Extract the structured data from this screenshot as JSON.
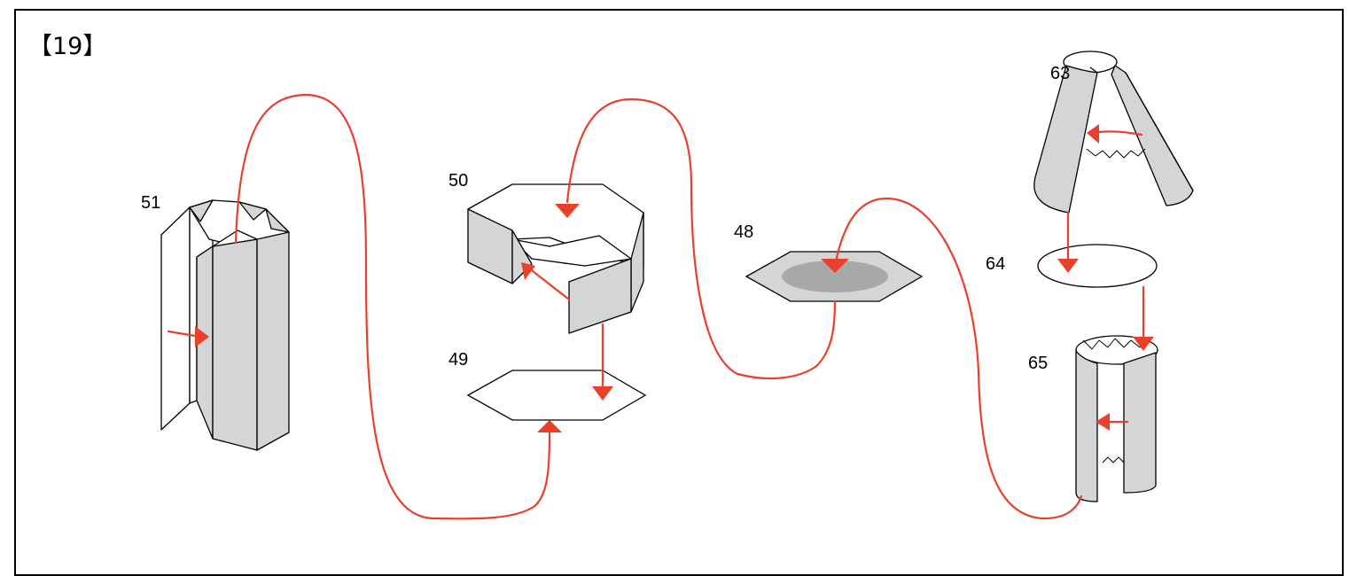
{
  "step_title": "【19】",
  "parts": {
    "p51": "51",
    "p50": "50",
    "p49": "49",
    "p48": "48",
    "p63": "63",
    "p64": "64",
    "p65": "65"
  },
  "colors": {
    "connector": "#e8402a",
    "panel_fill": "#d4d5d7",
    "disc_inner": "#a7a8aa",
    "outline": "#000000"
  }
}
